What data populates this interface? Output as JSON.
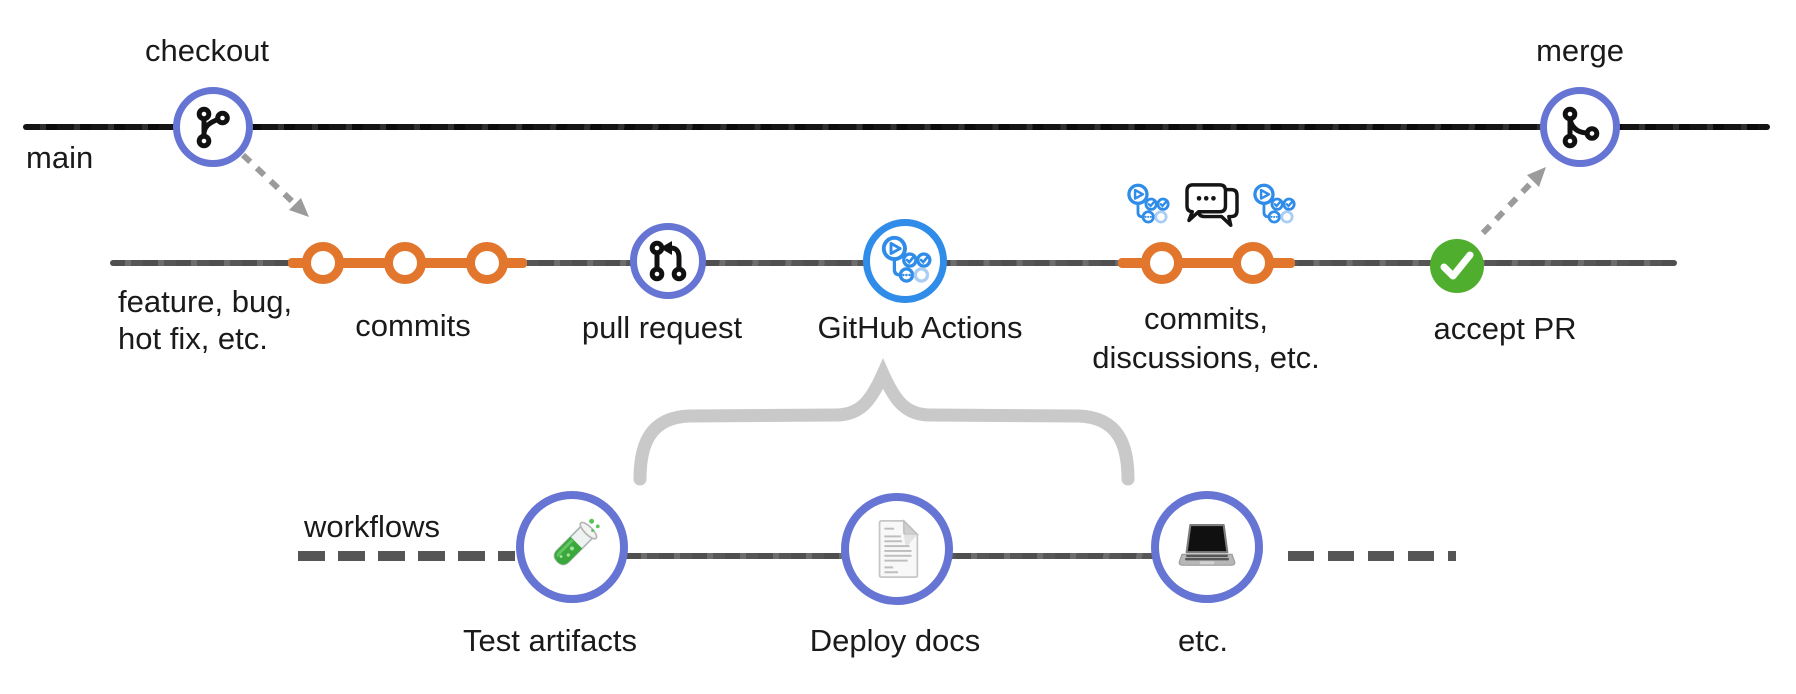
{
  "main_branch": {
    "label": "main",
    "checkout_label": "checkout",
    "merge_label": "merge"
  },
  "feature_branch": {
    "label_line1": "feature, bug,",
    "label_line2": "hot fix, etc.",
    "commits_label": "commits",
    "pull_request_label": "pull request",
    "github_actions_label": "GitHub Actions",
    "commits2_line1": "commits,",
    "commits2_line2": "discussions, etc.",
    "accept_pr_label": "accept PR"
  },
  "workflows": {
    "label": "workflows",
    "items": [
      {
        "label": "Test artifacts",
        "icon": "test-tube-icon"
      },
      {
        "label": "Deploy docs",
        "icon": "document-icon"
      },
      {
        "label": "etc.",
        "icon": "laptop-icon"
      }
    ]
  },
  "node_icons": {
    "checkout": "git-branch-icon",
    "pull_request": "git-pull-request-icon",
    "github_actions": "github-actions-icon",
    "merge": "git-merge-icon",
    "accept_pr": "check-circle-icon",
    "discussion": "speech-bubbles-icon"
  },
  "colors": {
    "node_border_purple": "#6674d4",
    "commit_orange": "#e2762d",
    "actions_blue": "#2f8ce8",
    "actions_blue_light": "#a9cdf5",
    "accept_green": "#4fae2d",
    "main_line": "#1b1b1b",
    "branch_line": "#5b5b5b",
    "workflow_dash": "#555555",
    "brace_gray": "#c9c9c9",
    "arrow_gray": "#9b9b9b",
    "text": "#1a1a1a"
  }
}
